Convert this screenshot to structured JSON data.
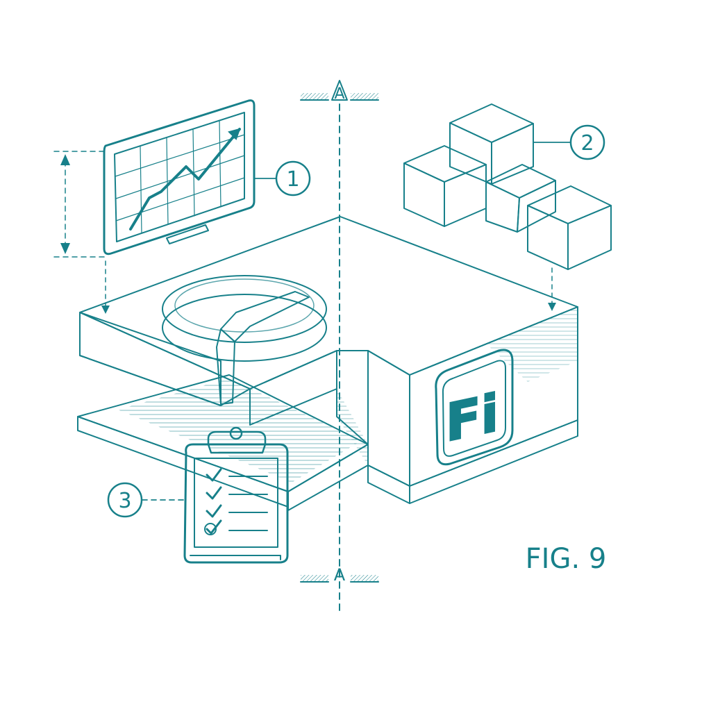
{
  "colors": {
    "ink": "#17808a",
    "paper": "#ffffff",
    "hatch": "#17808a"
  },
  "section_marker": {
    "top": "A",
    "bottom": "A"
  },
  "callouts": [
    {
      "label": "1",
      "refers_to": "chart-monitor-icon"
    },
    {
      "label": "2",
      "refers_to": "stacked-cubes-icon"
    },
    {
      "label": "3",
      "refers_to": "clipboard-checklist-icon"
    }
  ],
  "logo_text": "Fi",
  "figure_label": "FIG. 9"
}
